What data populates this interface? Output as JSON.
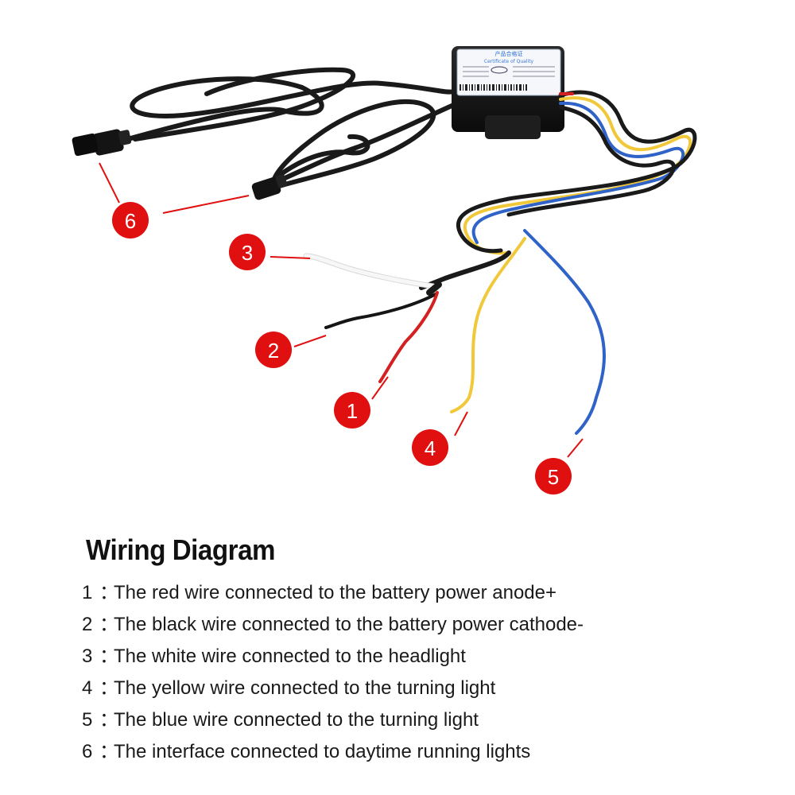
{
  "module_label": {
    "line1": "产品合格证",
    "line2": "Certificate of Quality"
  },
  "callouts": [
    {
      "number": "1",
      "color": "#e01010"
    },
    {
      "number": "2",
      "color": "#e01010"
    },
    {
      "number": "3",
      "color": "#e01010"
    },
    {
      "number": "4",
      "color": "#e01010"
    },
    {
      "number": "5",
      "color": "#e01010"
    },
    {
      "number": "6",
      "color": "#e01010"
    }
  ],
  "wire_colors": {
    "red": "#d42020",
    "black": "#151515",
    "white": "#f4f4f4",
    "yellow": "#f0c83a",
    "blue": "#2f63c8"
  },
  "legend": {
    "title": "Wiring Diagram",
    "separator": "：",
    "items": [
      {
        "num": "1",
        "text": "The red wire connected to the battery power anode+"
      },
      {
        "num": "2",
        "text": "The black wire connected to the battery power cathode-"
      },
      {
        "num": "3",
        "text": "The white wire connected to the headlight"
      },
      {
        "num": "4",
        "text": "The yellow wire connected to the turning light"
      },
      {
        "num": "5",
        "text": "The blue wire connected to the turning light"
      },
      {
        "num": "6",
        "text": "The interface connected to daytime running lights"
      }
    ]
  }
}
